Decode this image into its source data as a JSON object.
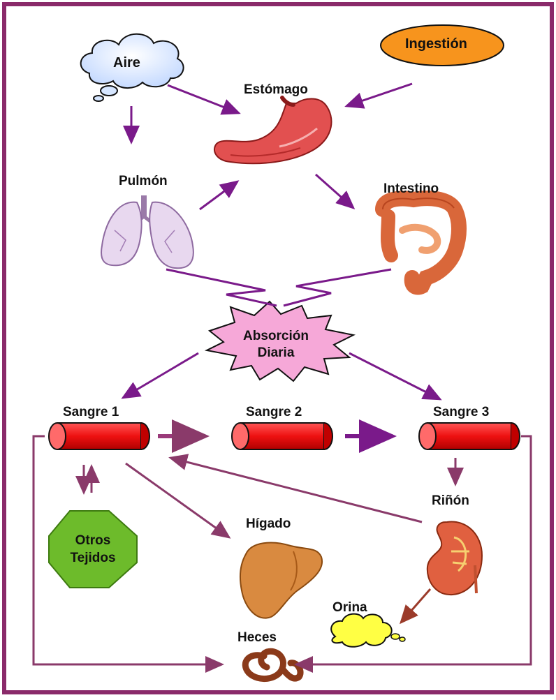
{
  "sources": {
    "air": "Aire",
    "ingestion": "Ingestión"
  },
  "organs": {
    "stomach": "Estómago",
    "lung": "Pulmón",
    "intestine": "Intestino",
    "liver": "Hígado",
    "kidney": "Riñón"
  },
  "absorption": {
    "line1": "Absorción",
    "line2": "Diaria"
  },
  "blood": {
    "b1": "Sangre 1",
    "b2": "Sangre 2",
    "b3": "Sangre 3"
  },
  "tissues": {
    "line1": "Otros",
    "line2": "Tejidos"
  },
  "outputs": {
    "urine": "Orina",
    "feces": "Heces"
  },
  "colors": {
    "frame": "#8a2a6a",
    "arrow": "#7a1a8a",
    "blood_tube": "#ee1111",
    "tissue_octagon": "#6dbb2b",
    "ingestion_oval": "#f7941d",
    "absorption_star": "#f6a8d8",
    "urine_cloud": "#ffff44",
    "air_cloud": "#d6e6ff",
    "return_arrow": "#a0522d"
  }
}
